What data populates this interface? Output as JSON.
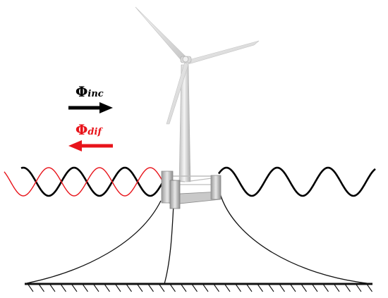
{
  "labels": {
    "incident": {
      "symbol": "Φ",
      "subscript": "inc"
    },
    "diffracted": {
      "symbol": "Φ",
      "subscript": "dif"
    }
  },
  "colors": {
    "incident": "#000000",
    "diffracted": "#e8141b",
    "structure": "#d2d2d2",
    "mooring": "#111111",
    "seabed": "#111111"
  },
  "icons": {
    "turbine": "wind-turbine-icon",
    "platform": "semi-submersible-platform-icon",
    "seabed": "seabed-hatch-icon"
  }
}
